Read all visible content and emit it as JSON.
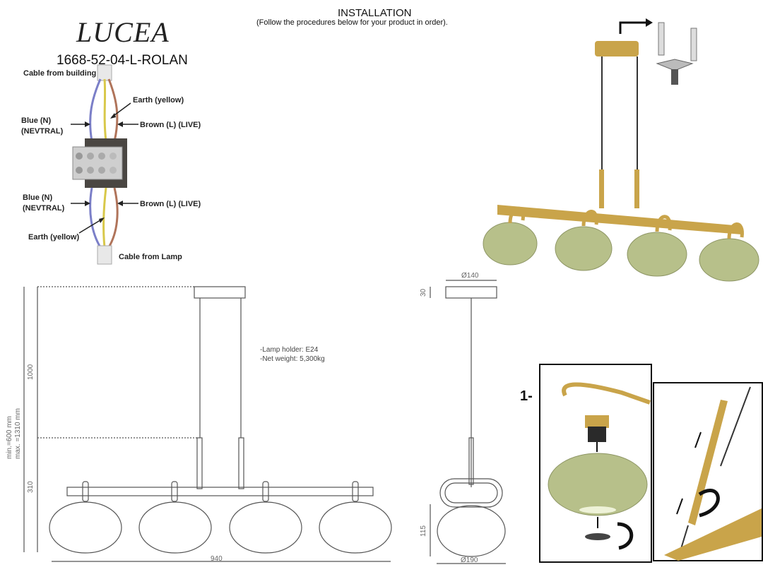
{
  "header": {
    "brand": "LUCEA",
    "model": "1668-52-04-L-ROLAN",
    "title": "INSTALLATION",
    "subtitle": "(Follow the procedures below for your product in order)."
  },
  "wiring": {
    "cable_from_building": "Cable from building",
    "earth_top": "Earth (yellow)",
    "blue_top_line1": "Blue (N)",
    "blue_top_line2": "(NEVTRAL)",
    "brown_top": "Brown (L) (LIVE)",
    "blue_bottom_line1": "Blue (N)",
    "blue_bottom_line2": "(NEVTRAL)",
    "brown_bottom": "Brown (L) (LIVE)",
    "earth_bottom": "Earth (yellow)",
    "cable_from_lamp": "Cable from Lamp",
    "colors": {
      "blue": "#7b7fc8",
      "brown": "#b0745a",
      "yellow": "#d8c84a",
      "terminal": "#4a4642"
    }
  },
  "specs": {
    "lamp_holder": "-Lamp holder: E24",
    "net_weight": "-Net weight: 5,300kg"
  },
  "dimensions": {
    "height_range_line1": "min.=600 mm",
    "height_range_line2": "max. =1310 mm",
    "cable_length": "1000",
    "fixture_height": "310",
    "total_width": "940",
    "canopy_height": "30",
    "canopy_diameter": "Ø140",
    "shade_height": "115",
    "shade_diameter": "Ø190"
  },
  "steps": {
    "step1": "1-"
  },
  "colors": {
    "brass": "#c9a44a",
    "glass": "#b7c08a",
    "line": "#555555"
  }
}
